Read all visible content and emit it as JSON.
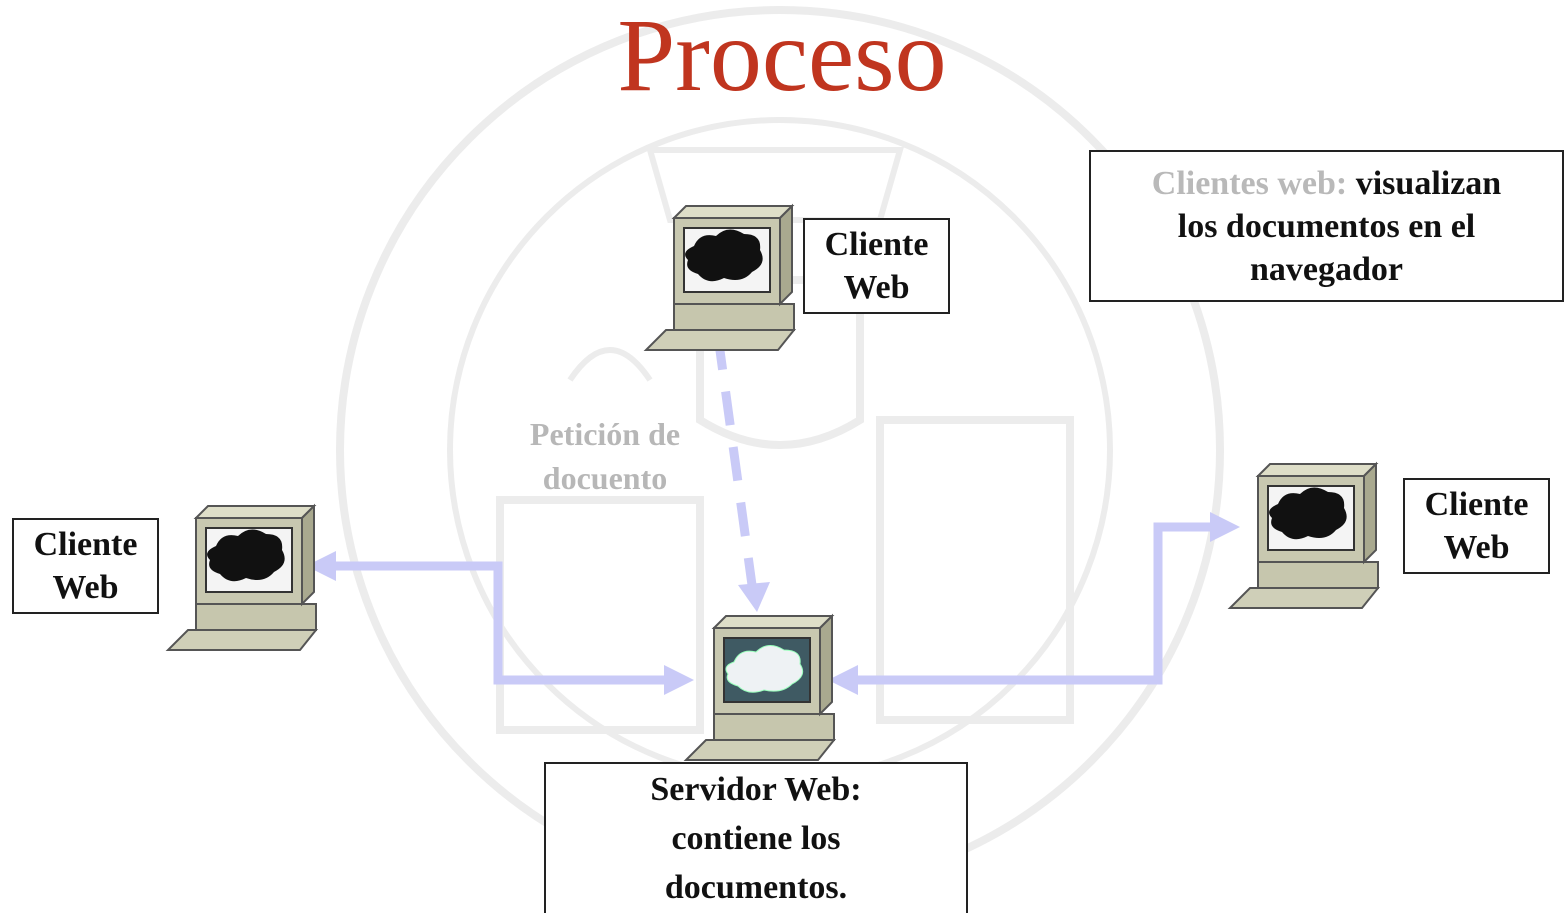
{
  "title": "Proceso",
  "clients": {
    "top": {
      "line1": "Cliente",
      "line2": "Web"
    },
    "left": {
      "line1": "Cliente",
      "line2": "Web"
    },
    "right": {
      "line1": "Cliente",
      "line2": "Web"
    }
  },
  "clients_web_box": {
    "label": "Clientes web:",
    "lines": [
      "visualizan",
      "los documentos en el",
      "navegador"
    ]
  },
  "request_note": {
    "line1": "Petición de",
    "line2": "docuento"
  },
  "server_box": {
    "lines": [
      "Servidor Web:",
      "contiene los",
      "documentos."
    ]
  },
  "colors": {
    "title": "#c0351f",
    "arrow": "#c9caf7",
    "computer_body": "#c8c8b0",
    "seal": "#ebebeb"
  }
}
